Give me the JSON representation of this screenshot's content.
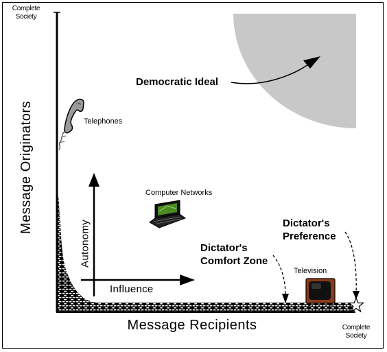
{
  "axes": {
    "x_label": "Message Recipients",
    "y_label": "Message Originators",
    "y_max_label": [
      "Complete",
      "Society"
    ],
    "x_max_label": [
      "Complete",
      "Society"
    ]
  },
  "inner_axes": {
    "vertical_label": "Autonomy",
    "horizontal_label": "Influence"
  },
  "annotations": {
    "democratic_ideal": "Democratic Ideal",
    "comfort_zone": [
      "Dictator's",
      "Comfort Zone"
    ],
    "preference": [
      "Dictator's",
      "Preference"
    ]
  },
  "media": {
    "telephones": "Telephones",
    "computer_networks": "Computer Networks",
    "television": "Television"
  },
  "icons": {
    "telephone": "telephone-icon",
    "laptop": "laptop-icon",
    "television": "television-icon",
    "star": "star-icon",
    "brick_wall": "brick-wall"
  },
  "colors": {
    "ideal_region": "#c8c8c8",
    "laptop_screen": "#4a8a22",
    "tv_cabinet": "#8b3a1a",
    "ink": "#000000"
  }
}
